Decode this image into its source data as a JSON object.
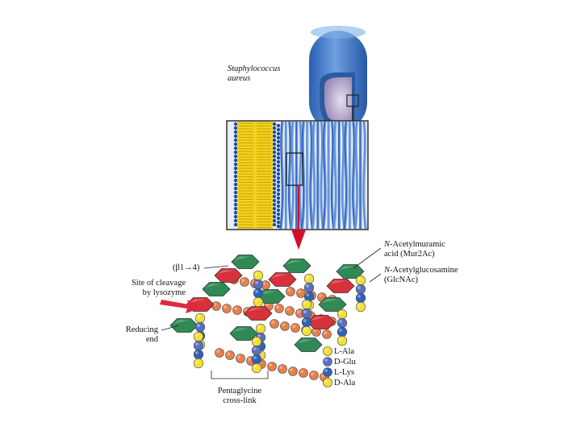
{
  "organism": {
    "line1": "Staphylococcus",
    "line2": "aureus"
  },
  "labels": {
    "mur_italic": "N",
    "mur_line1": "-Acetylmuramic",
    "mur_line2": "acid (Mur2Ac)",
    "glc_italic": "N",
    "glc_line1": "-Acetylglucosamine",
    "glc_line2": "(GlcNAc)",
    "linkage": "(β1→4)",
    "cleavage_line1": "Site of cleavage",
    "cleavage_line2": "by lysozyme",
    "reducing_line1": "Reducing",
    "reducing_line2": "end",
    "pentaglycine_line1": "Pentaglycine",
    "pentaglycine_line2": "cross-link"
  },
  "peptide_legend": [
    "L-Ala",
    "D-Glu",
    "L-Lys",
    "D-Ala"
  ],
  "colors": {
    "mur2ac": "#d8313b",
    "glcnac": "#2f8a55",
    "l_ala": "#f2e03a",
    "d_glu": "#5a6fbf",
    "l_lys": "#2e62b8",
    "glycine": "#e8804a",
    "cell": "#3f78c9",
    "membrane": "#f3d21c",
    "arrow": "#d0102a"
  }
}
